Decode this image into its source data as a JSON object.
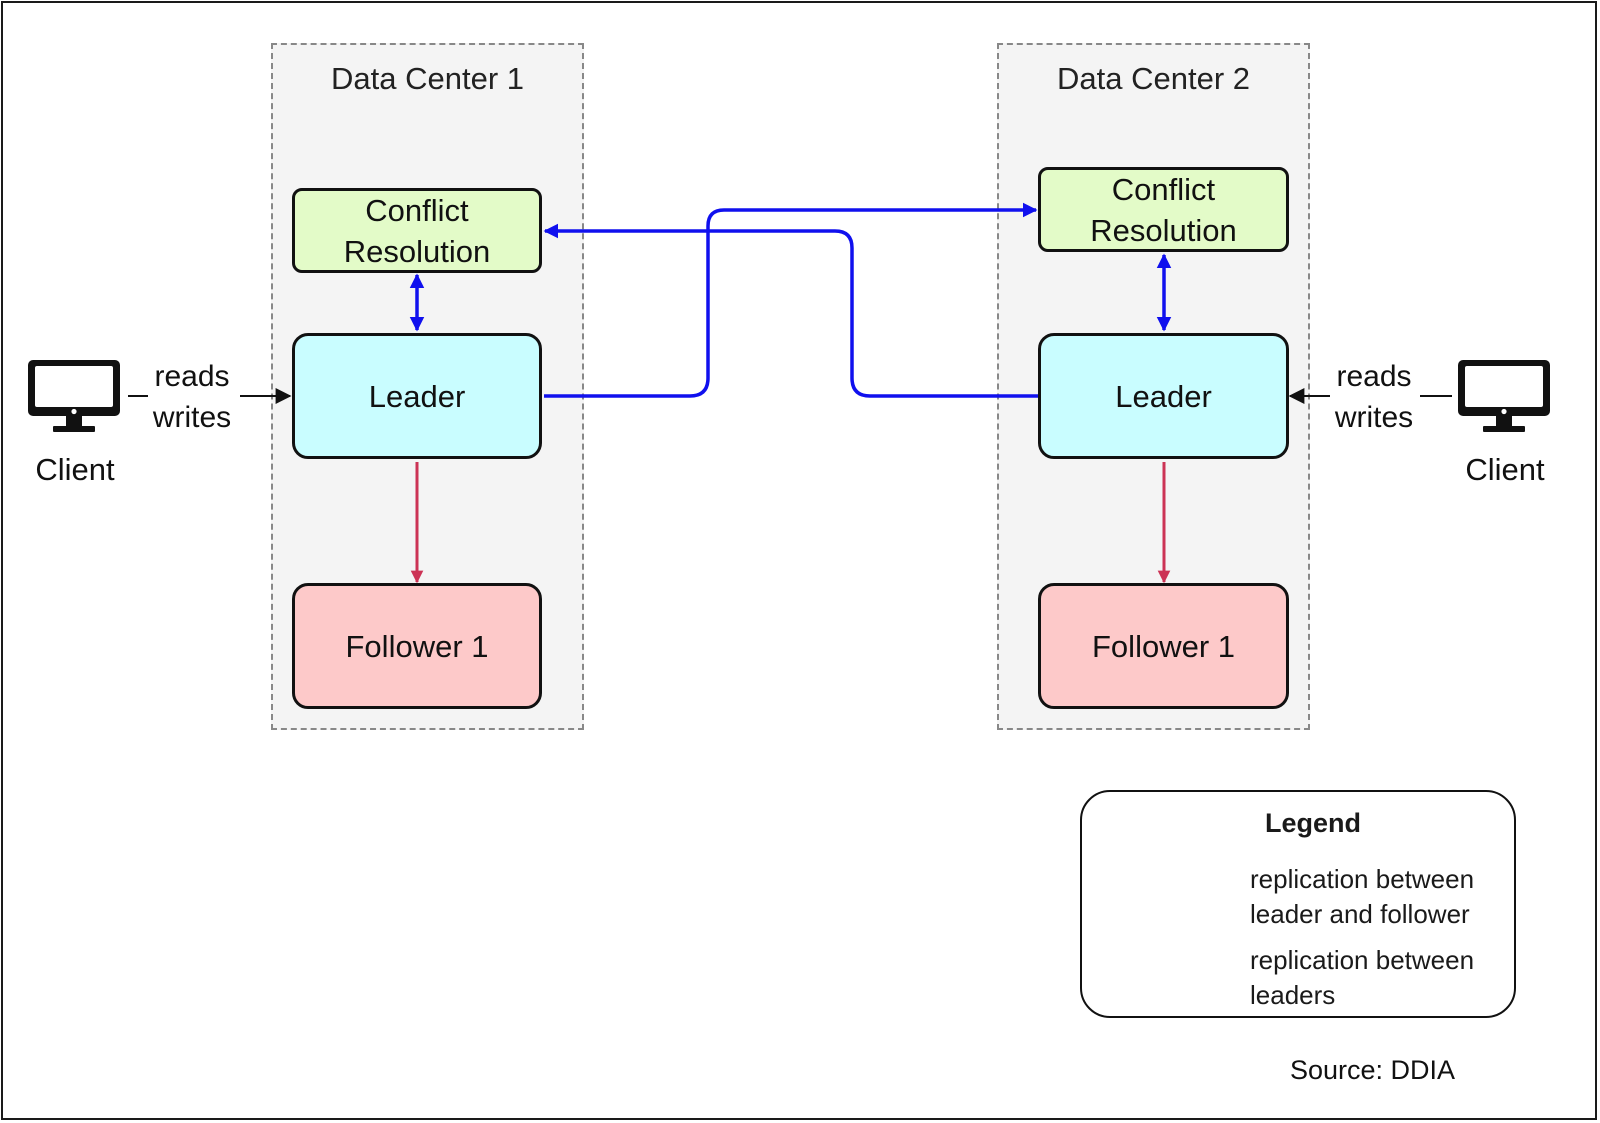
{
  "colors": {
    "leader_follower": "#cc3355",
    "between_leaders": "#1010ee",
    "conflict_resolution_fill": "#e3fbc8",
    "leader_fill": "#c9fdff",
    "follower_fill": "#fdc9c9",
    "data_center_fill": "#f4f4f4"
  },
  "data_centers": [
    {
      "title": "Data Center 1",
      "conflict_resolution": [
        "Conflict",
        "Resolution"
      ],
      "leader": "Leader",
      "follower": "Follower 1",
      "client": {
        "label": "Client",
        "arrow_label": [
          "reads",
          "writes"
        ],
        "icon": "monitor-icon"
      }
    },
    {
      "title": "Data Center 2",
      "conflict_resolution": [
        "Conflict",
        "Resolution"
      ],
      "leader": "Leader",
      "follower": "Follower 1",
      "client": {
        "label": "Client",
        "arrow_label": [
          "reads",
          "writes"
        ],
        "icon": "monitor-icon"
      }
    }
  ],
  "legend": {
    "title": "Legend",
    "items": [
      {
        "color": "#cc3355",
        "text": [
          "replication between",
          "leader and follower"
        ]
      },
      {
        "color": "#1010ee",
        "text": [
          "replication between",
          "leaders"
        ]
      }
    ]
  },
  "source": "Source: DDIA"
}
